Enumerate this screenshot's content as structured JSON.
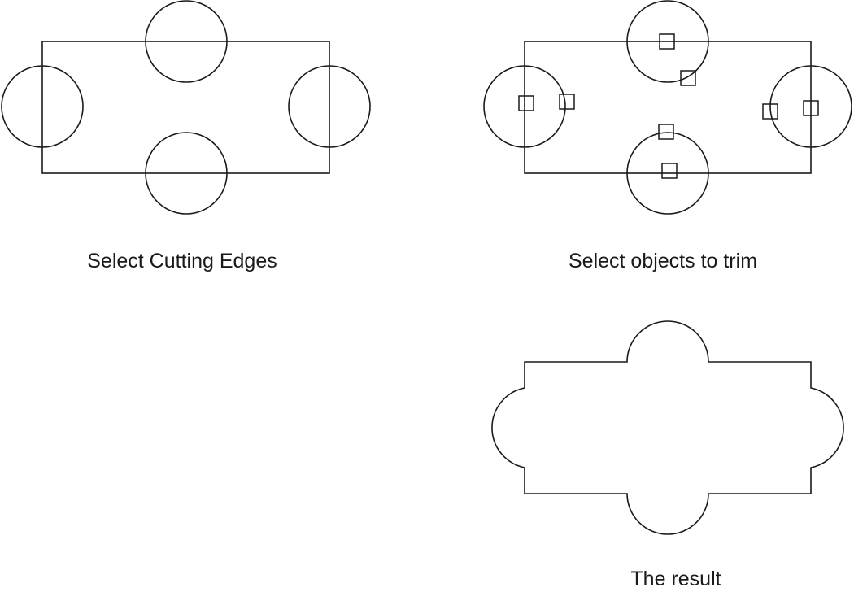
{
  "panels": {
    "cutting_edges": {
      "caption": "Select Cutting Edges"
    },
    "objects_to_trim": {
      "caption": "Select objects to trim"
    },
    "result": {
      "caption": "The result"
    }
  },
  "colors": {
    "line": "#1a1a1a",
    "background": "#ffffff"
  }
}
